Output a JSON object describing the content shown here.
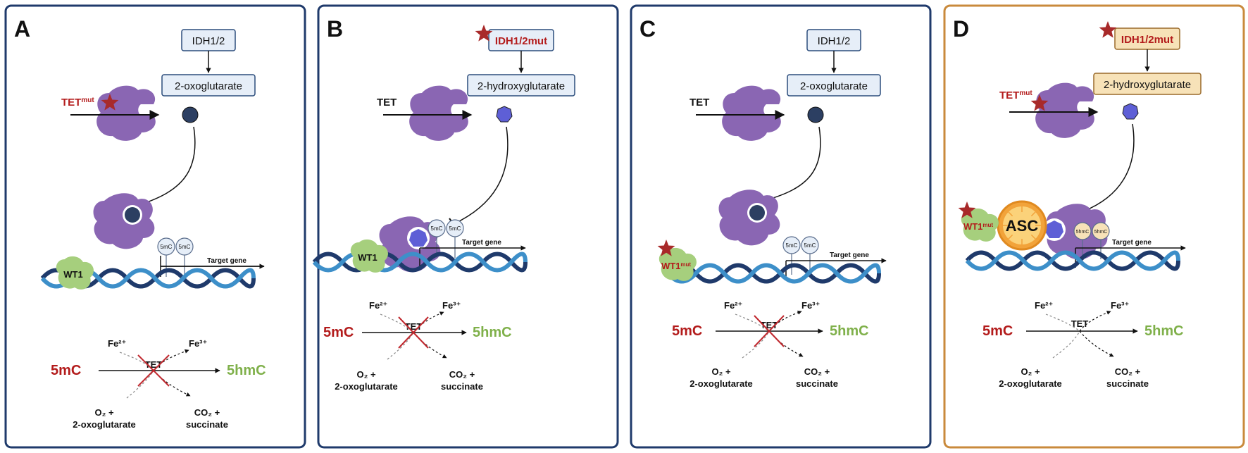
{
  "colors": {
    "panel_border_default": "#1f3a6b",
    "panel_border_highlight": "#c98a3c",
    "red": "#b31b1b",
    "green": "#7fb04a",
    "protein": "#8a66b3",
    "wt1": "#a6cf7d",
    "box_fill": "#e6eef8",
    "box_fill_highlight": "#f7e2b8",
    "metabolite_normal": "#2c3f62",
    "metabolite_mutant": "#5e5fd6",
    "asc_orange": "#f2a33a",
    "dna_dark": "#1f3a6b",
    "dna_light": "#3d8fc9"
  },
  "panels": [
    {
      "letter": "A",
      "enzyme_box": "IDH1/2",
      "metabolite_box": "2-oxoglutarate",
      "tet_label_base": "TET",
      "tet_label_sup": "mut",
      "wt1_base": "WT1",
      "wt1_sup": "",
      "methyl_marks": [
        "5mC",
        "5mC"
      ],
      "target_gene": "Target gene",
      "reaction": {
        "fe2": "Fe²⁺",
        "fe3": "Fe³⁺",
        "substrate": "5mC",
        "enzyme": "TET",
        "product": "5hmC",
        "cosubstrate_1": "O₂ +",
        "cosubstrate_2": "2-oxoglutarate",
        "coproduct_1": "CO₂ +",
        "coproduct_2": "succinate"
      }
    },
    {
      "letter": "B",
      "enzyme_box": "IDH1/2mut",
      "metabolite_box": "2-hydroxyglutarate",
      "tet_label_base": "TET",
      "tet_label_sup": "",
      "wt1_base": "WT1",
      "wt1_sup": "",
      "methyl_marks": [
        "5mC",
        "5mC"
      ],
      "target_gene": "Target gene",
      "reaction": {
        "fe2": "Fe²⁺",
        "fe3": "Fe³⁺",
        "substrate": "5mC",
        "enzyme": "TET",
        "product": "5hmC",
        "cosubstrate_1": "O₂ +",
        "cosubstrate_2": "2-oxoglutarate",
        "coproduct_1": "CO₂ +",
        "coproduct_2": "succinate"
      }
    },
    {
      "letter": "C",
      "enzyme_box": "IDH1/2",
      "metabolite_box": "2-oxoglutarate",
      "tet_label_base": "TET",
      "tet_label_sup": "",
      "wt1_base": "WT1",
      "wt1_sup": "mut",
      "methyl_marks": [
        "5mC",
        "5mC"
      ],
      "target_gene": "Target gene",
      "reaction": {
        "fe2": "Fe²⁺",
        "fe3": "Fe³⁺",
        "substrate": "5mC",
        "enzyme": "TET",
        "product": "5hmC",
        "cosubstrate_1": "O₂ +",
        "cosubstrate_2": "2-oxoglutarate",
        "coproduct_1": "CO₂ +",
        "coproduct_2": "succinate"
      }
    },
    {
      "letter": "D",
      "enzyme_box": "IDH1/2mut",
      "metabolite_box": "2-hydroxyglutarate",
      "tet_label_base": "TET",
      "tet_label_sup": "mut",
      "wt1_base": "WT1",
      "wt1_sup": "mut",
      "asc_label": "ASC",
      "methyl_marks": [
        "5hmC",
        "5hmC"
      ],
      "target_gene": "Target gene",
      "reaction": {
        "fe2": "Fe²⁺",
        "fe3": "Fe³⁺",
        "substrate": "5mC",
        "enzyme": "TET",
        "product": "5hmC",
        "cosubstrate_1": "O₂ +",
        "cosubstrate_2": "2-oxoglutarate",
        "coproduct_1": "CO₂ +",
        "coproduct_2": "succinate"
      }
    }
  ]
}
